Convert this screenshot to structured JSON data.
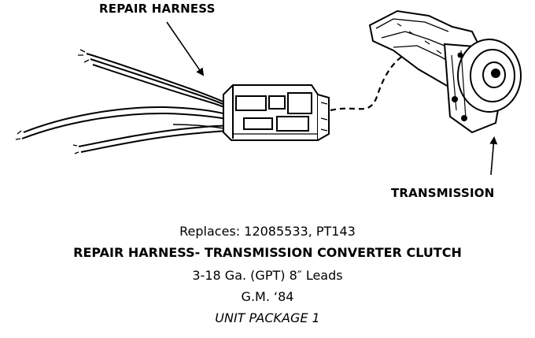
{
  "labels": {
    "harness": "REPAIR HARNESS",
    "transmission": "TRANSMISSION"
  },
  "caption": {
    "replaces": "Replaces: 12085533, PT143",
    "title": "REPAIR HARNESS- TRANSMISSION CONVERTER CLUTCH",
    "spec": "3-18 Ga. (GPT) 8″ Leads",
    "model": "G.M. ‘84",
    "package": "UNIT PACKAGE 1"
  },
  "icons": [
    "wire-leads-icon",
    "connector-icon",
    "transmission-icon",
    "arrow-icon"
  ],
  "colors": {
    "ink": "#000000",
    "background": "#ffffff"
  }
}
